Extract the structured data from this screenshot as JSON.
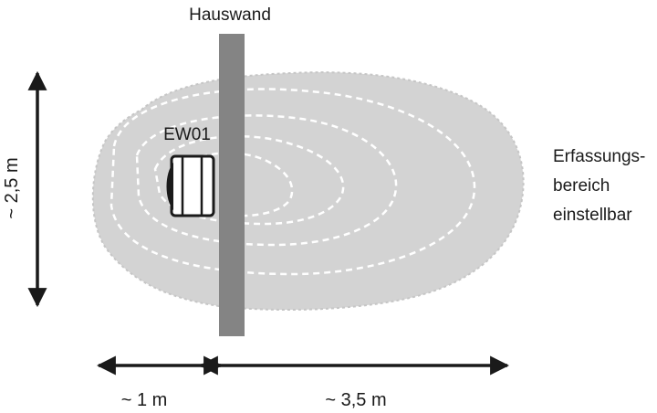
{
  "labels": {
    "wall": "Hauswand",
    "device": "EW01",
    "detection_area": [
      "Erfassungs-",
      "bereich",
      "einstellbar"
    ],
    "height_dimension": "~ 2,5 m",
    "width_left_dimension": "~ 1 m",
    "width_right_dimension": "~ 3,5 m"
  },
  "colors": {
    "detection_zone": "#d3d3d3",
    "wall": "#848484",
    "dashed_contours": "#ffffff",
    "arrows_and_text": "#1a1a1a",
    "background": "#ffffff"
  }
}
